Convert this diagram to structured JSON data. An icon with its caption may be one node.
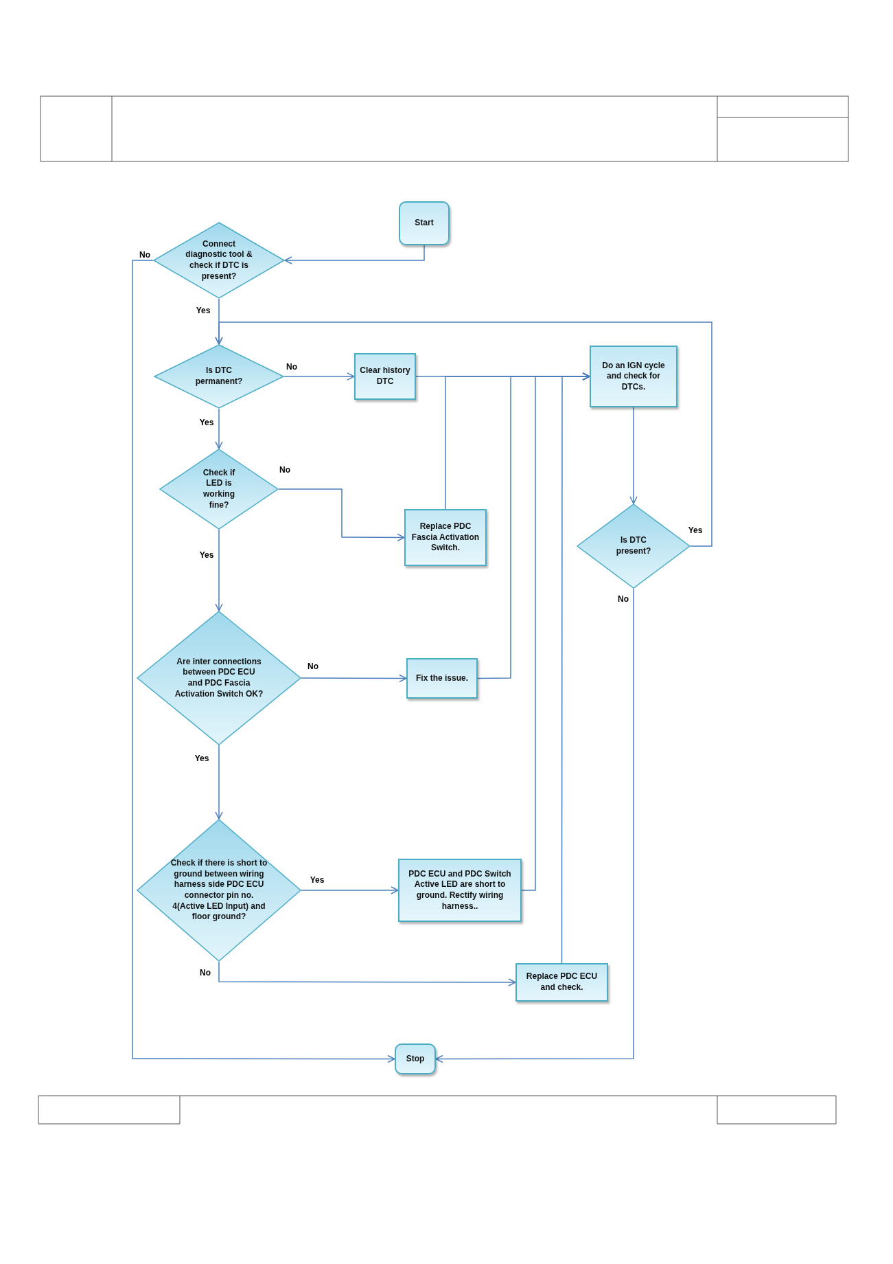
{
  "diagram": {
    "nodes": [
      {
        "text": [
          "Start"
        ]
      },
      {
        "text": [
          "Connect diagnostic tool & check if DTC is present?"
        ]
      },
      {
        "text": [
          "Is DTC permanent?"
        ]
      },
      {
        "text": [
          "Clear history DTC"
        ]
      },
      {
        "text": [
          "Do an IGN cycle and check for DTCs."
        ]
      },
      {
        "text": [
          "Check if LED is working fine?"
        ]
      },
      {
        "text": [
          "Replace PDC Fascia Activation Switch."
        ]
      },
      {
        "text": [
          "Is DTC present?"
        ]
      },
      {
        "text": [
          "Are inter connections between PDC ECU and PDC Fascia Activation Switch OK?"
        ]
      },
      {
        "text": [
          "Fix the issue."
        ]
      },
      {
        "text": [
          "Check if there is short to ground between wiring harness side PDC ECU connector pin no. 4(Active LED Input) and floor ground?"
        ]
      },
      {
        "text": [
          "PDC ECU and PDC Switch Active LED are short to ground. Rectify wiring harness.."
        ]
      },
      {
        "text": [
          "Replace PDC ECU and check."
        ]
      },
      {
        "text": [
          "Stop"
        ]
      }
    ],
    "edges": [
      {
        "from": 0,
        "to": 1,
        "arrow": "to"
      },
      {
        "from": 1,
        "to": 2,
        "arrow": "to",
        "label": "Yes"
      },
      {
        "from": 1,
        "to": 13,
        "arrow": "to",
        "label": "No"
      },
      {
        "from": 2,
        "to": 3,
        "arrow": "to",
        "label": "No"
      },
      {
        "from": 2,
        "to": 5,
        "arrow": "to",
        "label": "Yes"
      },
      {
        "from": 3,
        "to": 4,
        "arrow": "to"
      },
      {
        "from": 5,
        "to": 6,
        "arrow": "to",
        "label": "No"
      },
      {
        "from": 5,
        "to": 8,
        "arrow": "to",
        "label": "Yes"
      },
      {
        "from": 6,
        "to": 4,
        "arrow": "to"
      },
      {
        "from": 4,
        "to": 7,
        "arrow": "to"
      },
      {
        "from": 7,
        "to": 2,
        "arrow": "to",
        "label": "Yes"
      },
      {
        "from": 7,
        "to": 13,
        "arrow": "to",
        "label": "No"
      },
      {
        "from": 8,
        "to": 9,
        "arrow": "to",
        "label": "No"
      },
      {
        "from": 8,
        "to": 10,
        "arrow": "to",
        "label": "Yes"
      },
      {
        "from": 9,
        "to": 4,
        "arrow": "to"
      },
      {
        "from": 10,
        "to": 11,
        "arrow": "to",
        "label": "Yes"
      },
      {
        "from": 10,
        "to": 12,
        "arrow": "to",
        "label": "No"
      },
      {
        "from": 11,
        "to": 4,
        "arrow": "to"
      },
      {
        "from": 12,
        "to": 4,
        "arrow": "to"
      }
    ]
  }
}
